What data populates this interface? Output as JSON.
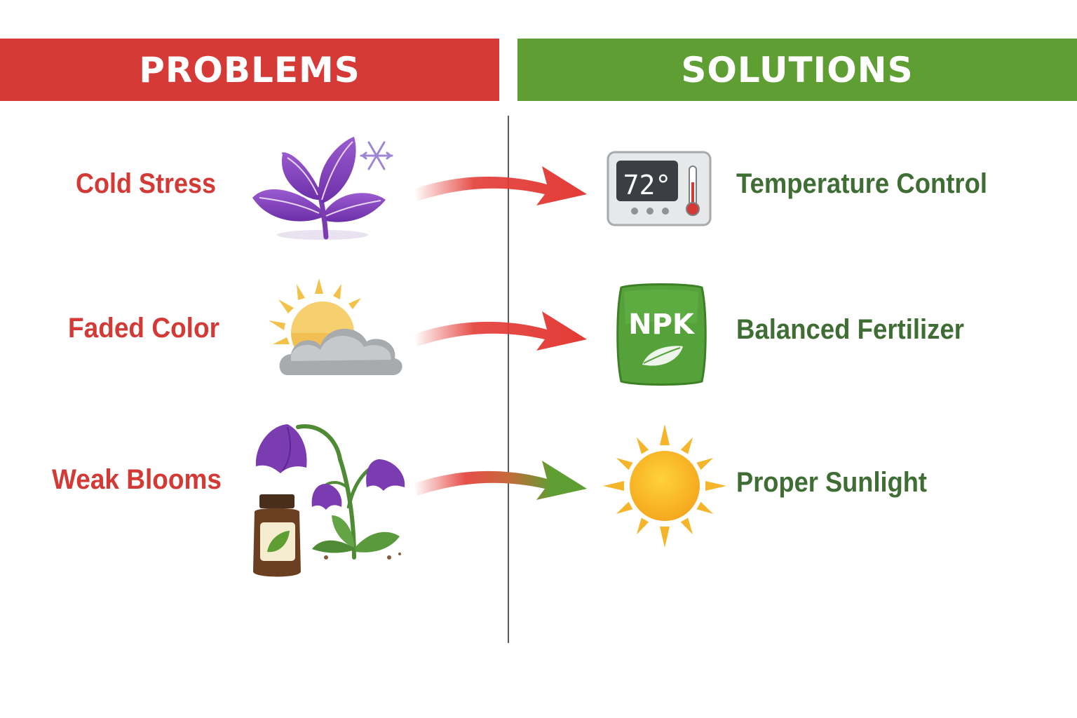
{
  "headers": {
    "problems": "PROBLEMS",
    "solutions": "SOLUTIONS"
  },
  "rows": [
    {
      "problem": "Cold Stress",
      "problem_icon": "purple-leaves-snowflake-icon",
      "solution": "Temperature Control",
      "solution_icon": "thermostat-icon",
      "thermostat_reading": "72°"
    },
    {
      "problem": "Faded Color",
      "problem_icon": "sun-behind-cloud-icon",
      "solution": "Balanced Fertilizer",
      "solution_icon": "fertilizer-bag-icon",
      "bag_label": "NPK"
    },
    {
      "problem": "Weak Blooms",
      "problem_icon": "drooping-flower-bottle-icon",
      "solution": "Proper Sunlight",
      "solution_icon": "sun-icon"
    }
  ],
  "colors": {
    "problem_red": "#d63a37",
    "solution_green": "#5e9e33",
    "problem_text": "#d33a36",
    "solution_text": "#3e6e33",
    "divider": "#555a5c"
  }
}
